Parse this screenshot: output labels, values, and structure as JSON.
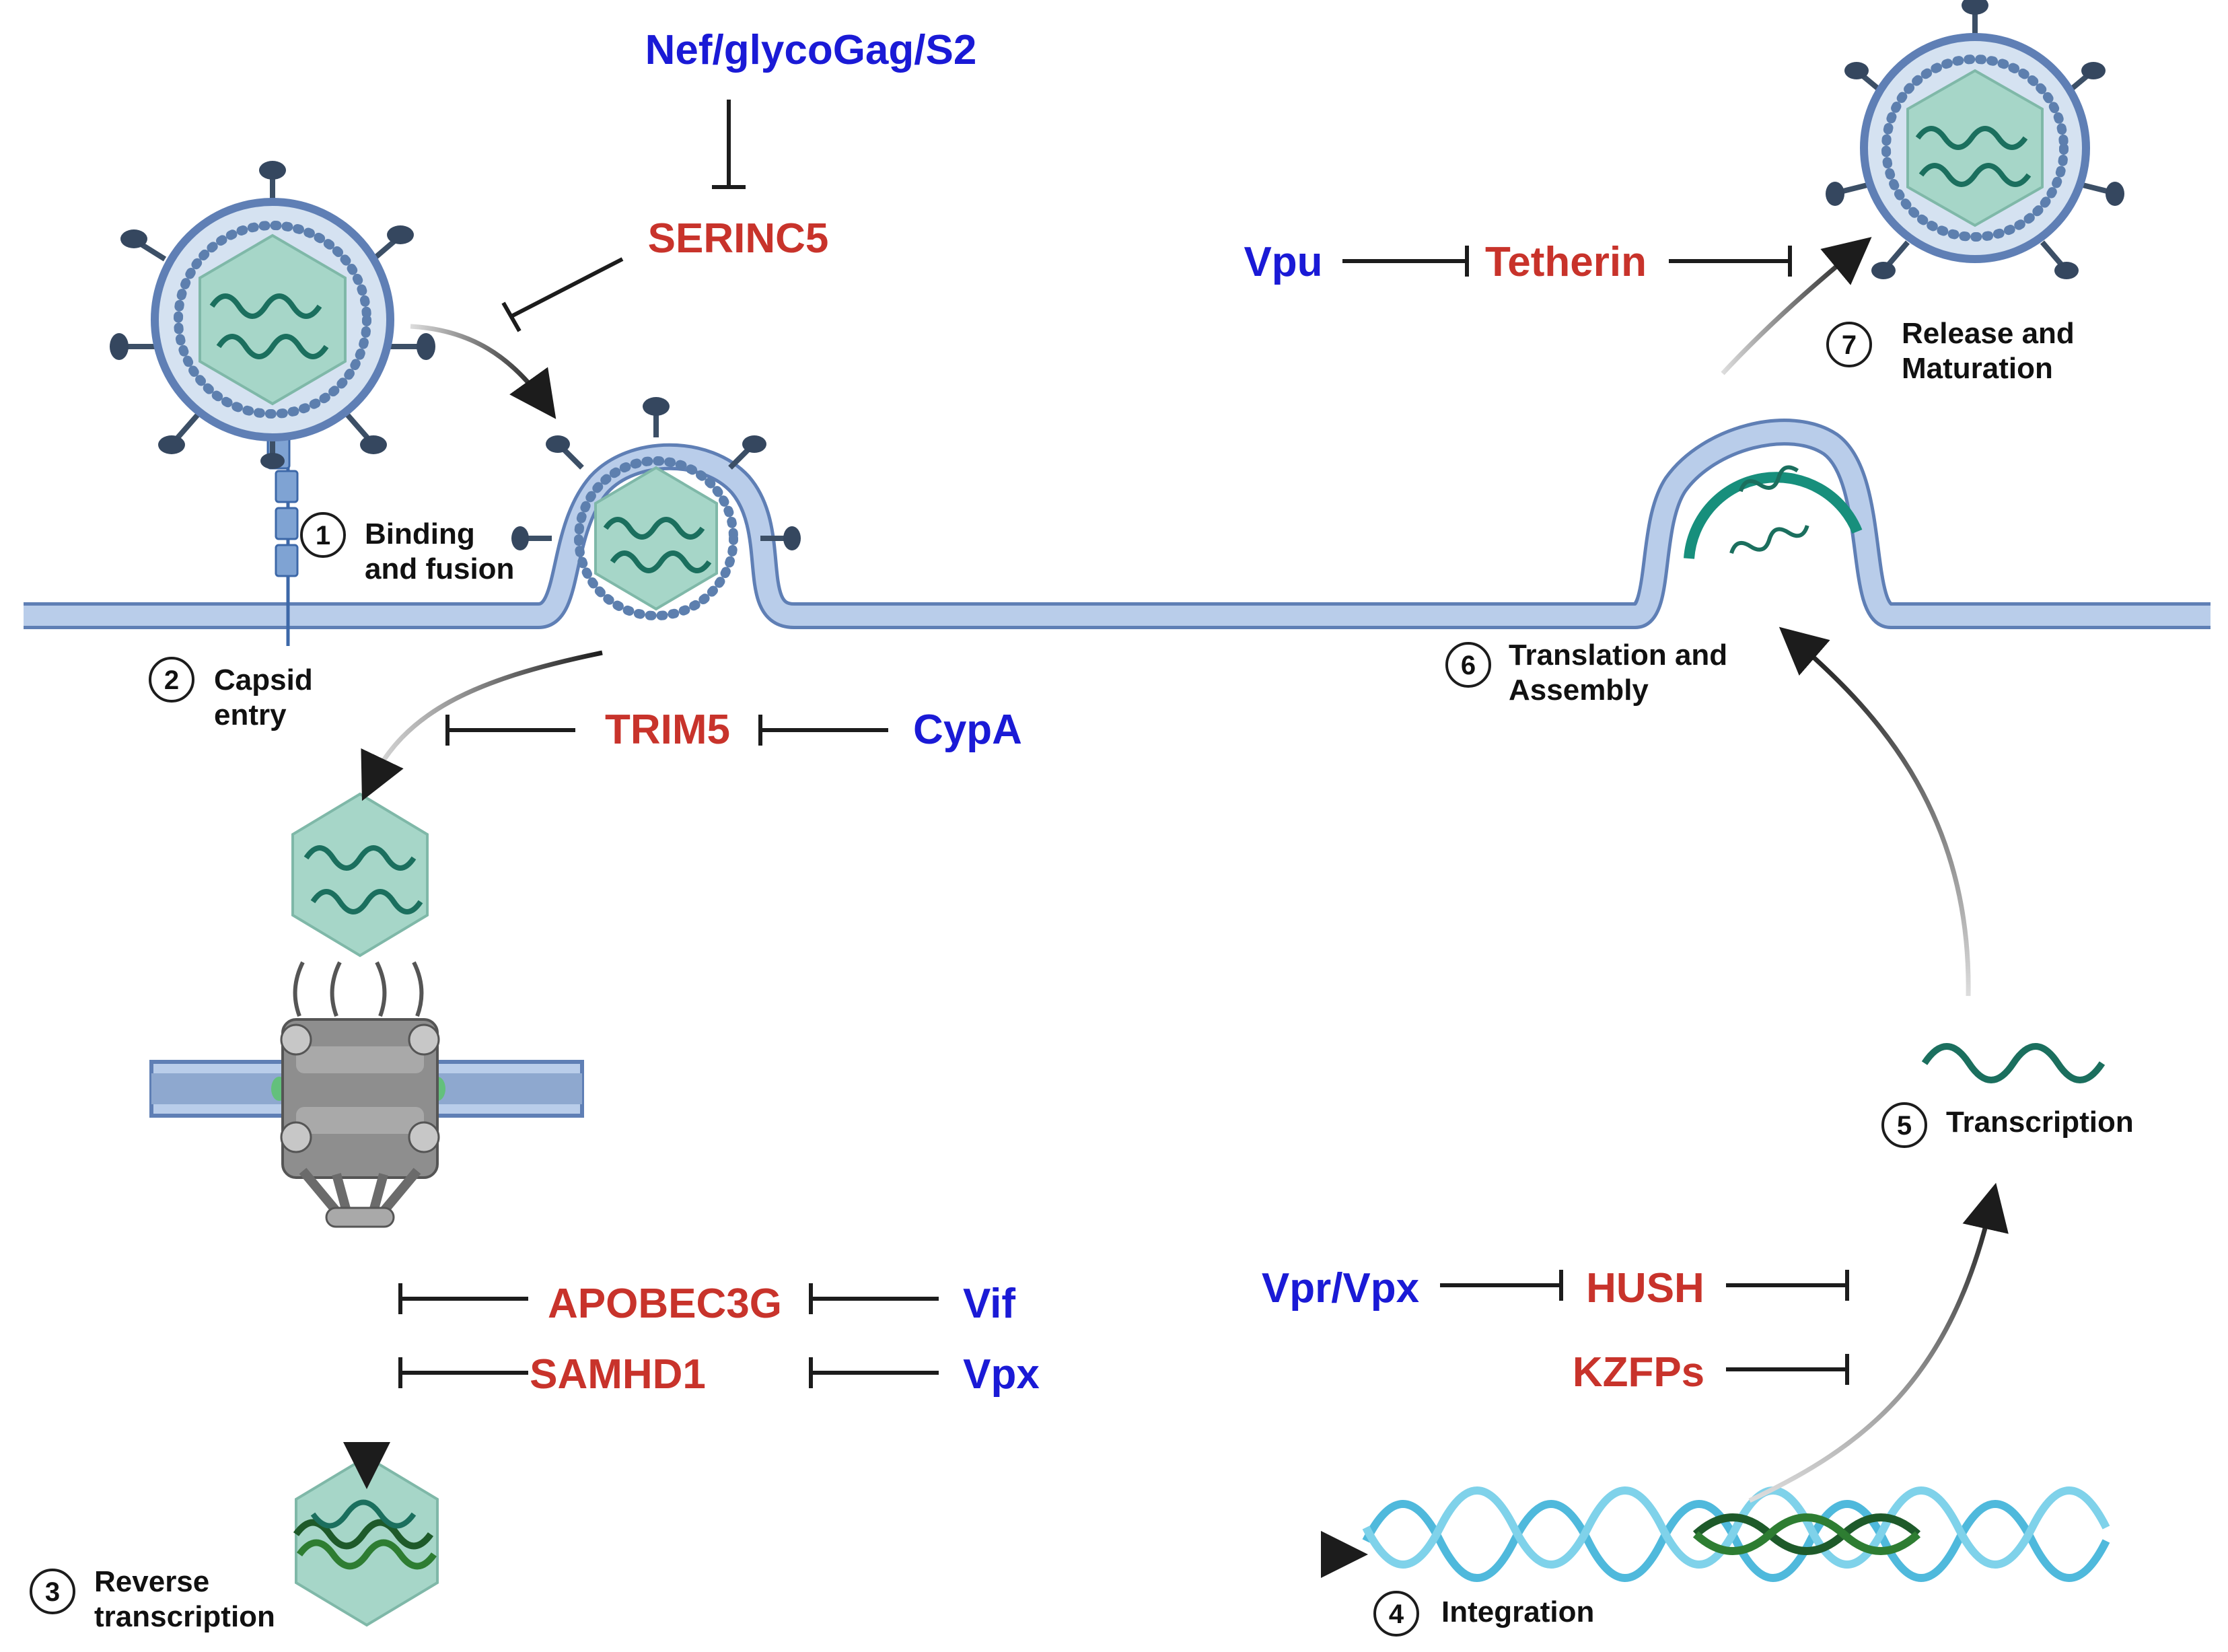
{
  "steps": [
    {
      "num": "1",
      "label_lines": [
        "Binding",
        "and fusion"
      ]
    },
    {
      "num": "2",
      "label_lines": [
        "Capsid",
        "entry"
      ]
    },
    {
      "num": "3",
      "label_lines": [
        "Reverse",
        "transcription"
      ]
    },
    {
      "num": "4",
      "label_lines": [
        "Integration"
      ]
    },
    {
      "num": "5",
      "label_lines": [
        "Transcription"
      ]
    },
    {
      "num": "6",
      "label_lines": [
        "Translation and",
        "Assembly"
      ]
    },
    {
      "num": "7",
      "label_lines": [
        "Release and",
        "Maturation"
      ]
    }
  ],
  "host_factors": {
    "serinc5": "SERINC5",
    "trim5": "TRIM5",
    "apobec3g": "APOBEC3G",
    "samhd1": "SAMHD1",
    "hush": "HUSH",
    "kzfps": "KZFPs",
    "tetherin": "Tetherin"
  },
  "viral_factors": {
    "nef_glycogag_s2": "Nef/glycoGag/S2",
    "cypa": "CypA",
    "vif": "Vif",
    "vpx": "Vpx",
    "vpr_vpx": "Vpr/Vpx",
    "vpu": "Vpu"
  },
  "colors": {
    "viral_factor": "#1a1ad6",
    "host_factor": "#c8332b",
    "membrane": "#9cb6dc",
    "capsid": "#a6d6c8",
    "rna": "#1b6f5e",
    "dna_host": "#4fb9dc",
    "dna_viral": "#1e5a2a"
  }
}
